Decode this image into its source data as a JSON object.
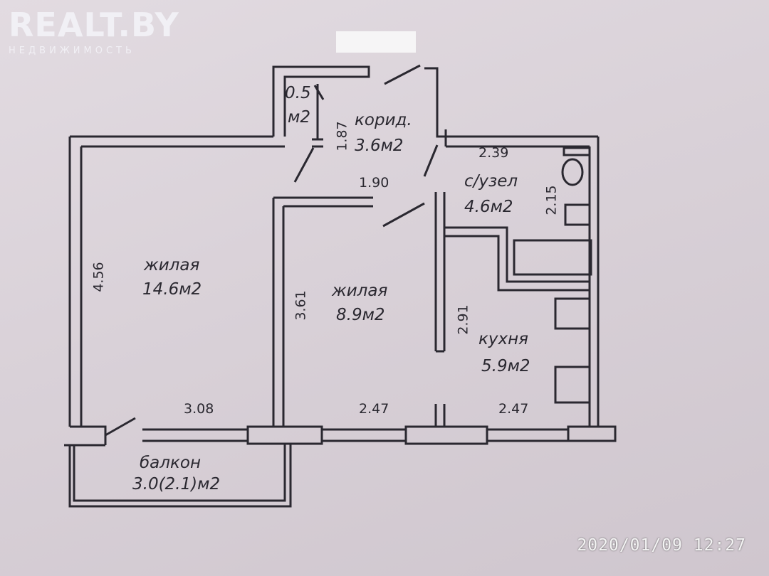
{
  "watermark": {
    "brand": "REALT.BY",
    "tagline": "НЕДВИЖИМОСТЬ"
  },
  "timestamp": "2020/01/09  12:27",
  "rooms": {
    "living_large": {
      "name": "жилая",
      "area": "14.6м2"
    },
    "living_small": {
      "name": "жилая",
      "area": "8.9м2"
    },
    "corridor": {
      "name": "корид.",
      "area": "3.6м2"
    },
    "closet": {
      "name": "0.5",
      "area": "м2"
    },
    "bathroom": {
      "name": "с/узел",
      "area": "4.6м2"
    },
    "kitchen": {
      "name": "кухня",
      "area": "5.9м2"
    },
    "balcony": {
      "name": "балкон",
      "area": "3.0(2.1)м2"
    }
  },
  "dimensions": {
    "living_large_height": "4.56",
    "living_large_width": "3.08",
    "living_small_height": "3.61",
    "living_small_width": "2.47",
    "corridor_height": "1.87",
    "corridor_width": "1.90",
    "bathroom_width": "2.39",
    "bathroom_height": "2.15",
    "kitchen_height": "2.91",
    "kitchen_width": "2.47"
  },
  "colors": {
    "paper": "#d9d1d8",
    "ink": "#2a2830"
  }
}
